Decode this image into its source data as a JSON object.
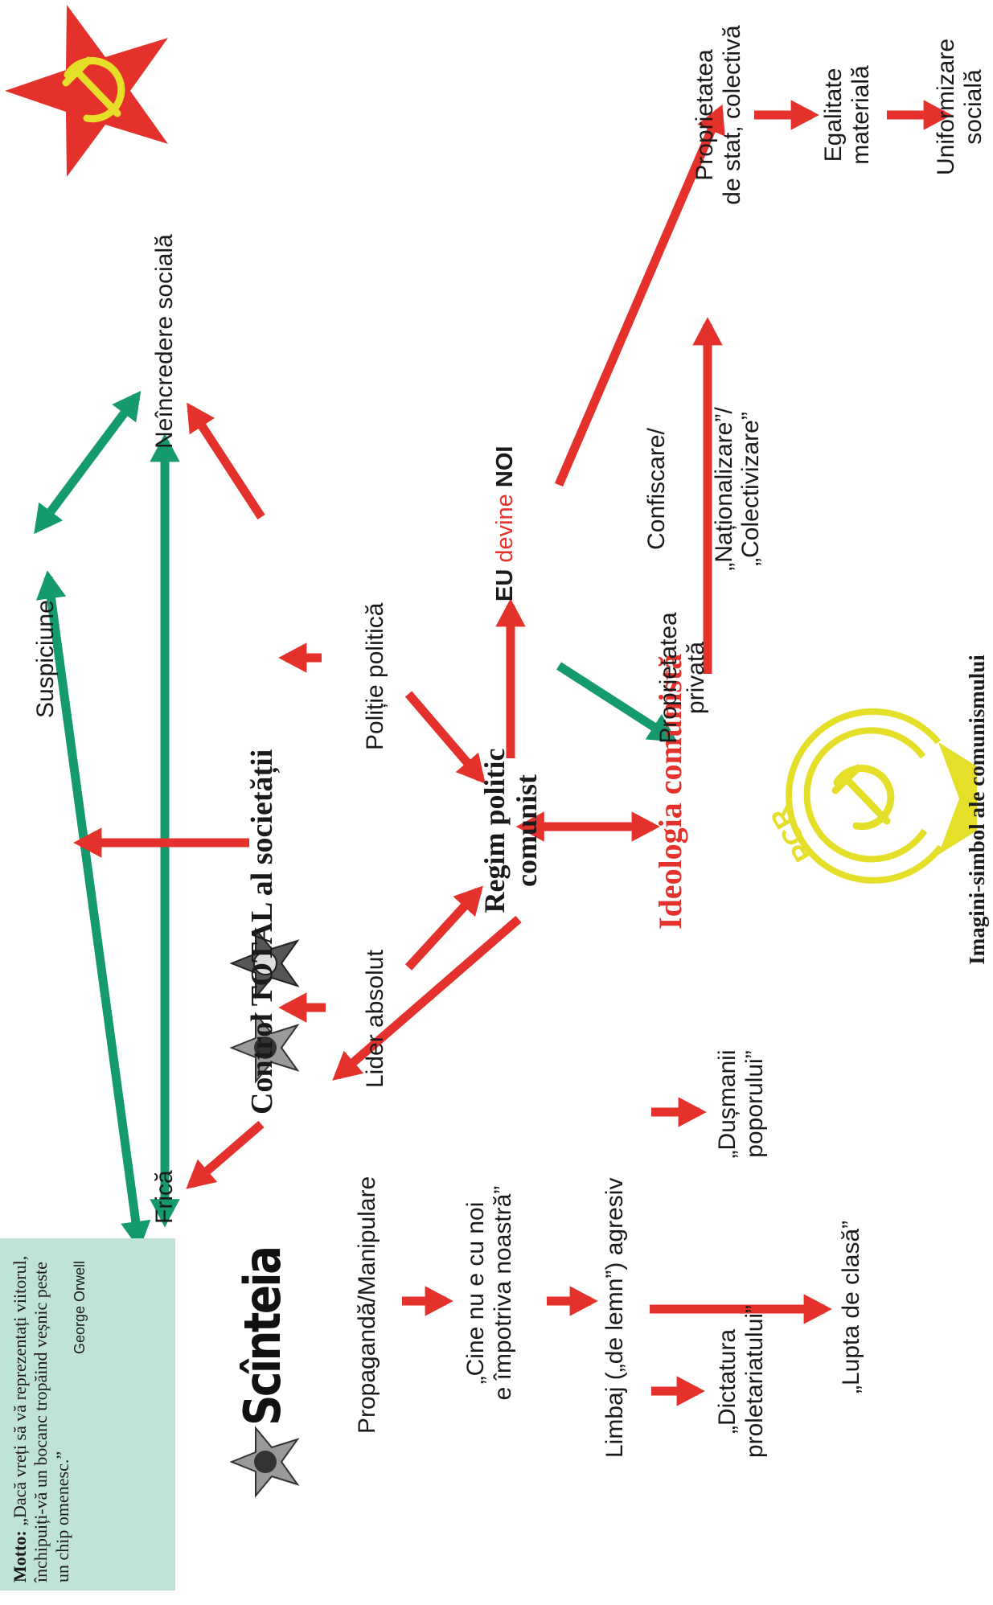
{
  "motto": {
    "label": "Motto:",
    "text": "„Dacă vreți să vă reprezentați viitorul, închipuiți-vă un bocanc tropăind veșnic peste un chip omenesc.”",
    "author": "George Orwell"
  },
  "newspaper": {
    "name": "Scînteia"
  },
  "nodes": {
    "frica": "Frică",
    "suspiciune": "Suspiciune",
    "neincredere": "Neîncredere socială",
    "control_total": "Control TOTAL al societății",
    "lider": "Lider absolut",
    "politie": "Poliție politică",
    "regim_line1": "Regim politic",
    "regim_line2": "comunist",
    "ideologie": "Ideologia comunistă",
    "eu": "EU",
    "devine": "devine",
    "noi": "NOI",
    "prop_privata_line1": "Proprietatea",
    "prop_privata_line2": "privată",
    "confiscare_line1": "Confiscare/",
    "confiscare_line2": "„Naționalizare”/",
    "confiscare_line3": "„Colectivizare”",
    "prop_stat_line1": "Proprietatea",
    "prop_stat_line2": "de stat, colectivă",
    "egalitate_line1": "Egalitate",
    "egalitate_line2": "materială",
    "uniformizare_line1": "Uniformizare",
    "uniformizare_line2": "socială",
    "propaganda": "Propagandă/Manipulare",
    "cine_line1": "„Cine nu e cu noi",
    "cine_line2": "e împotriva noastră”",
    "limbaj": "Limbaj („de lemn”) agresiv",
    "dusmanii_line1": "„Dușmanii",
    "dusmanii_line2": "poporului”",
    "dictatura_line1": "„Dictatura",
    "dictatura_line2": "proletariatului”",
    "lupta": "„Lupta de clasă”"
  },
  "emblem": {
    "letters": "PCR"
  },
  "caption": "Imagini-simbol ale comunismului",
  "colors": {
    "red_arrow": "#e4312b",
    "green_arrow": "#149a6e",
    "motto_bg": "#bfe3d5",
    "star": "#e4312b",
    "emblem": "#e6df2a"
  }
}
